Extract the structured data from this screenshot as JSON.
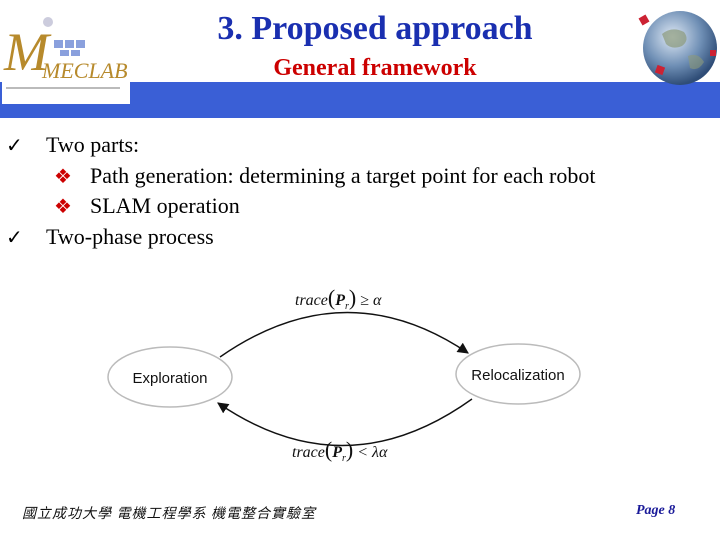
{
  "header": {
    "title": "3. Proposed approach",
    "subtitle": "General framework",
    "logo_text": "MECLAB"
  },
  "bullets": [
    {
      "level": 1,
      "text": "Two parts:"
    },
    {
      "level": 2,
      "text": "Path generation: determining a target point for each robot"
    },
    {
      "level": 2,
      "text": "SLAM operation"
    },
    {
      "level": 1,
      "text": "Two-phase process"
    }
  ],
  "diagram": {
    "left_node": "Exploration",
    "right_node": "Relocalization",
    "top_label": "trace(P_r) ≥ α",
    "bottom_label": "trace(P_r) < λα"
  },
  "footer": {
    "left": "國立成功大學 電機工程學系 機電整合實驗室",
    "right": "Page 8"
  },
  "colors": {
    "title": "#1a2fb0",
    "subtitle": "#cc0000",
    "band": "#3a5fd6",
    "bullet2_mark": "#cc0000"
  }
}
